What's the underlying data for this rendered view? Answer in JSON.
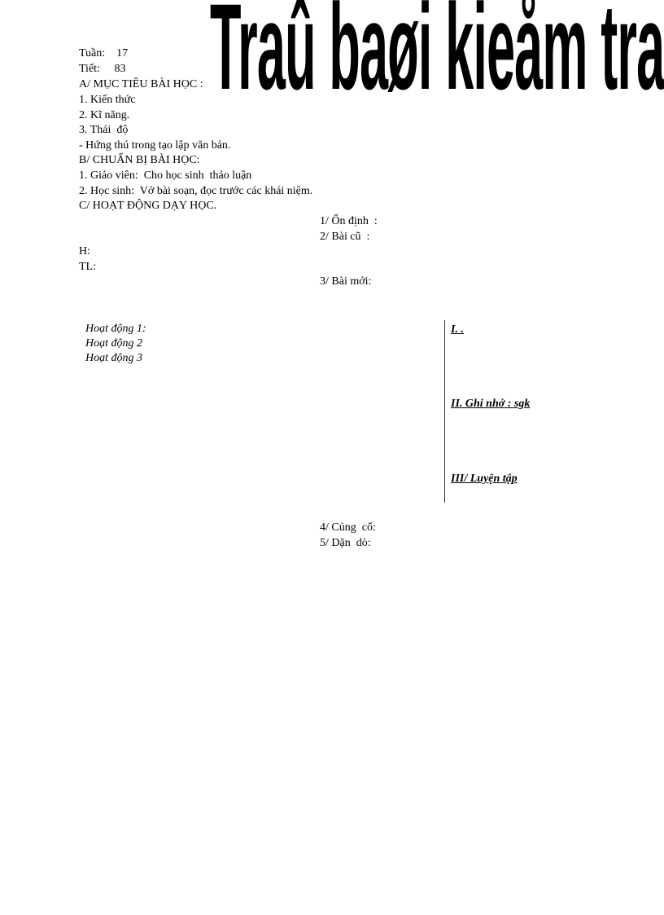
{
  "title": "Traû baøi kieåm tra Vaên baûn",
  "header": {
    "week_label": "Tuần:",
    "week": "17",
    "period_label": "Tiết:",
    "period": "83"
  },
  "sectionA": {
    "heading": "A/ MỤC TIÊU BÀI HỌC :",
    "items": [
      "1. Kiến thức",
      "2. Kĩ năng.",
      "3. Thái  độ",
      "- Hứng thú trong tạo lập văn bản."
    ]
  },
  "sectionB": {
    "heading": "B/ CHUẨN BỊ BÀI HỌC:",
    "items": [
      "1. Giáo viên:  Cho học sinh  thảo luận",
      "2. Học sinh:  Vở bài soạn, đọc trước các khái niệm."
    ]
  },
  "sectionC": {
    "heading": "C/ HOẠT ĐỘNG DẠY HỌC."
  },
  "steps": {
    "s1": "1/ Ổn định  :",
    "s2": "2/ Bài cũ  :",
    "h": "H:",
    "tl": "TL:",
    "s3": "3/ Bài mới:",
    "s4": "4/ Củng  cố:",
    "s5": "5/ Dặn  dò:"
  },
  "activities": [
    "Hoạt động 1:",
    "Hoạt động 2",
    "Hoạt động 3"
  ],
  "right_column": [
    "I. .",
    "II. Ghi nhớ : sgk",
    "III/ Luyện tập"
  ]
}
